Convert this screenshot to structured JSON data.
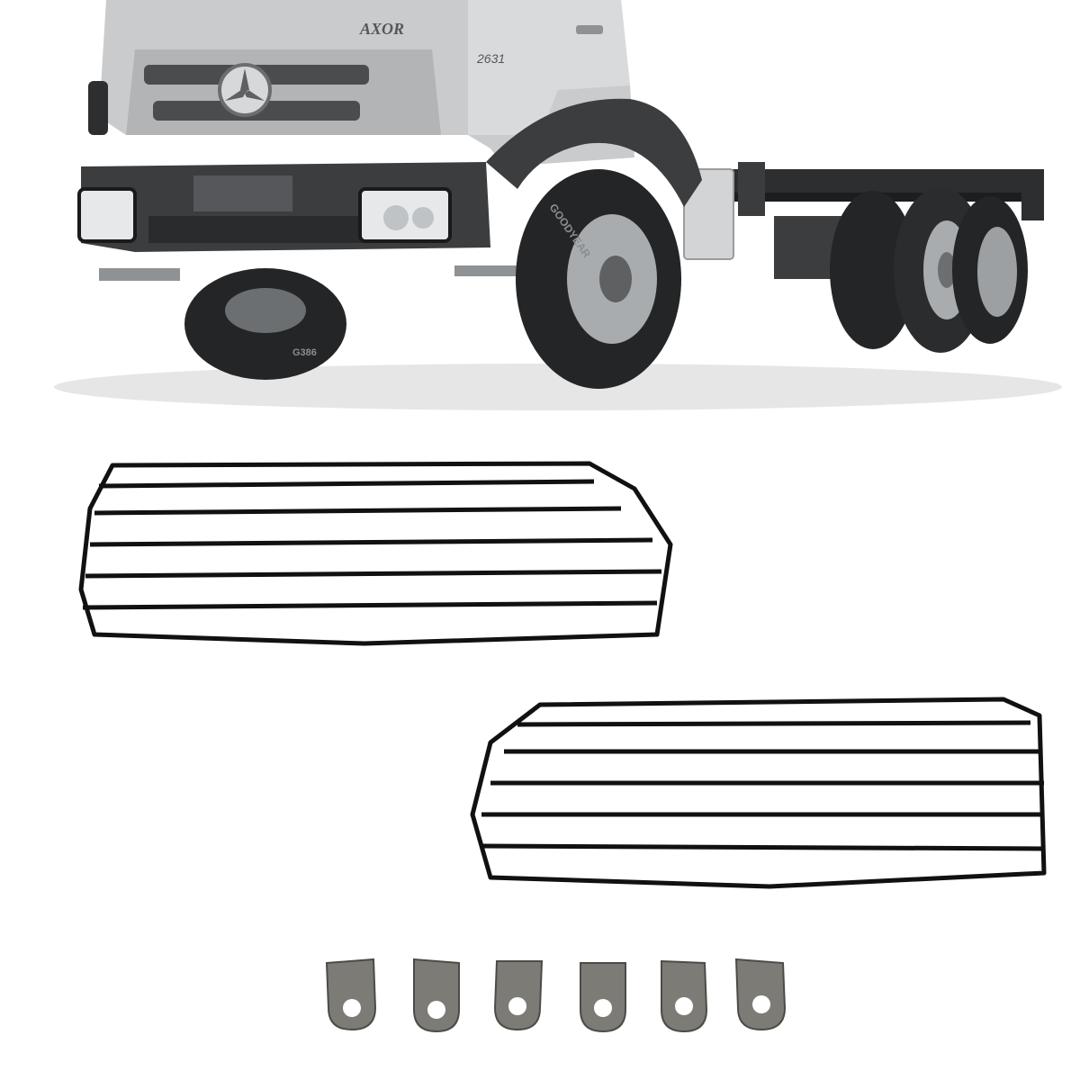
{
  "photo": {
    "vehicle": {
      "brand_badge": "AXOR",
      "model_badge": "2631",
      "tire_brand": "GOODYEAR",
      "tire_model": "G386"
    },
    "colors": {
      "cab": "#c9cbcc",
      "cab_dark": "#8f9294",
      "bumper": "#3b3d3f",
      "chassis": "#2c2e30",
      "tire": "#242526",
      "rim": "#a9acae",
      "grille_wire": "#111111",
      "clip_metal": "#7d7b76"
    },
    "items": {
      "grille_count": 2,
      "bars_per_grille": 5,
      "clip_count": 6
    }
  }
}
